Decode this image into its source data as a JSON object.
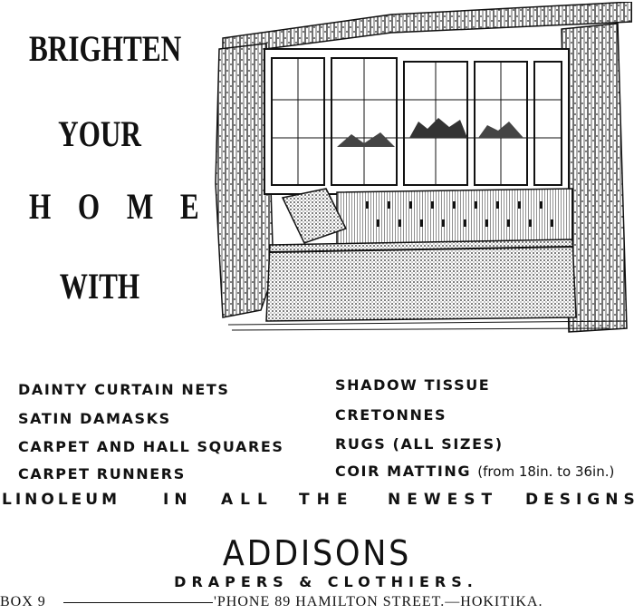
{
  "headline": {
    "line1": "BRIGHTEN",
    "line2": "YOUR",
    "line3": "H O M E",
    "line4": "WITH"
  },
  "goods": {
    "left": [
      "DAINTY CURTAIN NETS",
      "SATIN DAMASKS",
      "CARPET AND HALL SQUARES",
      "CARPET RUNNERS"
    ],
    "right": [
      "SHADOW TISSUE",
      "CRETONNES",
      "RUGS (ALL SIZES)",
      "COIR MATTING"
    ],
    "right_note": "(from 18in. to 36in.)"
  },
  "linoleum": {
    "words": [
      "LINOLEUM",
      "IN",
      "ALL",
      "THE",
      "NEWEST",
      "DESIGNS"
    ]
  },
  "store": {
    "name": "ADDISONS",
    "tagline": "DRAPERS & CLOTHIERS."
  },
  "footer": {
    "box": "BOX 9",
    "phone": "'PHONE 89 HAMILTON STREET.—HOKITIKA."
  },
  "illustration": {
    "icon": "window-seat-curtains-illustration"
  }
}
